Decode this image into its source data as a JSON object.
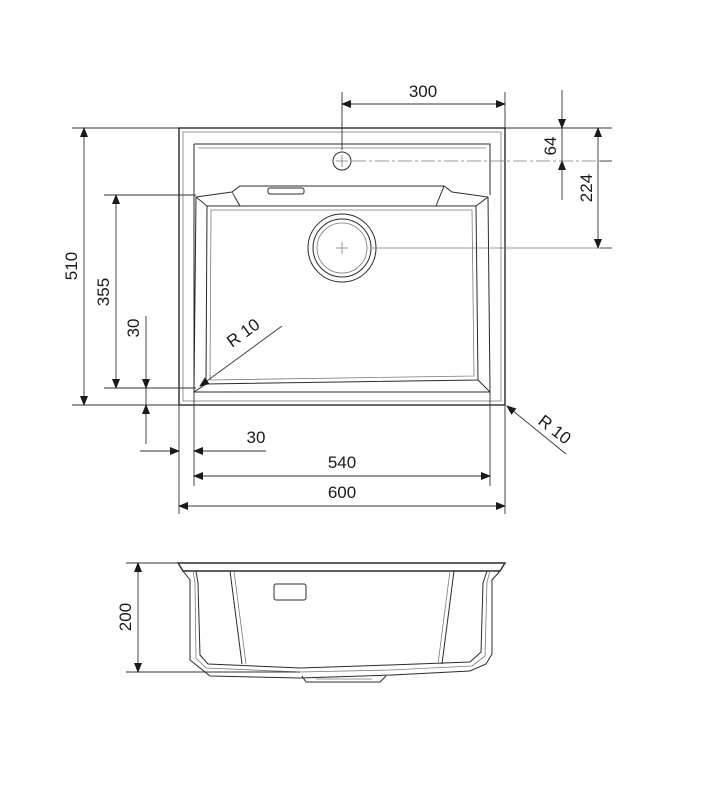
{
  "dimensions": {
    "top_300": "300",
    "right_64": "64",
    "right_224": "224",
    "left_510": "510",
    "left_355": "355",
    "left_30": "30",
    "radius_inner": "R 10",
    "radius_outer": "R 10",
    "bottom_30": "30",
    "bottom_540": "540",
    "bottom_600": "600",
    "side_200": "200"
  }
}
